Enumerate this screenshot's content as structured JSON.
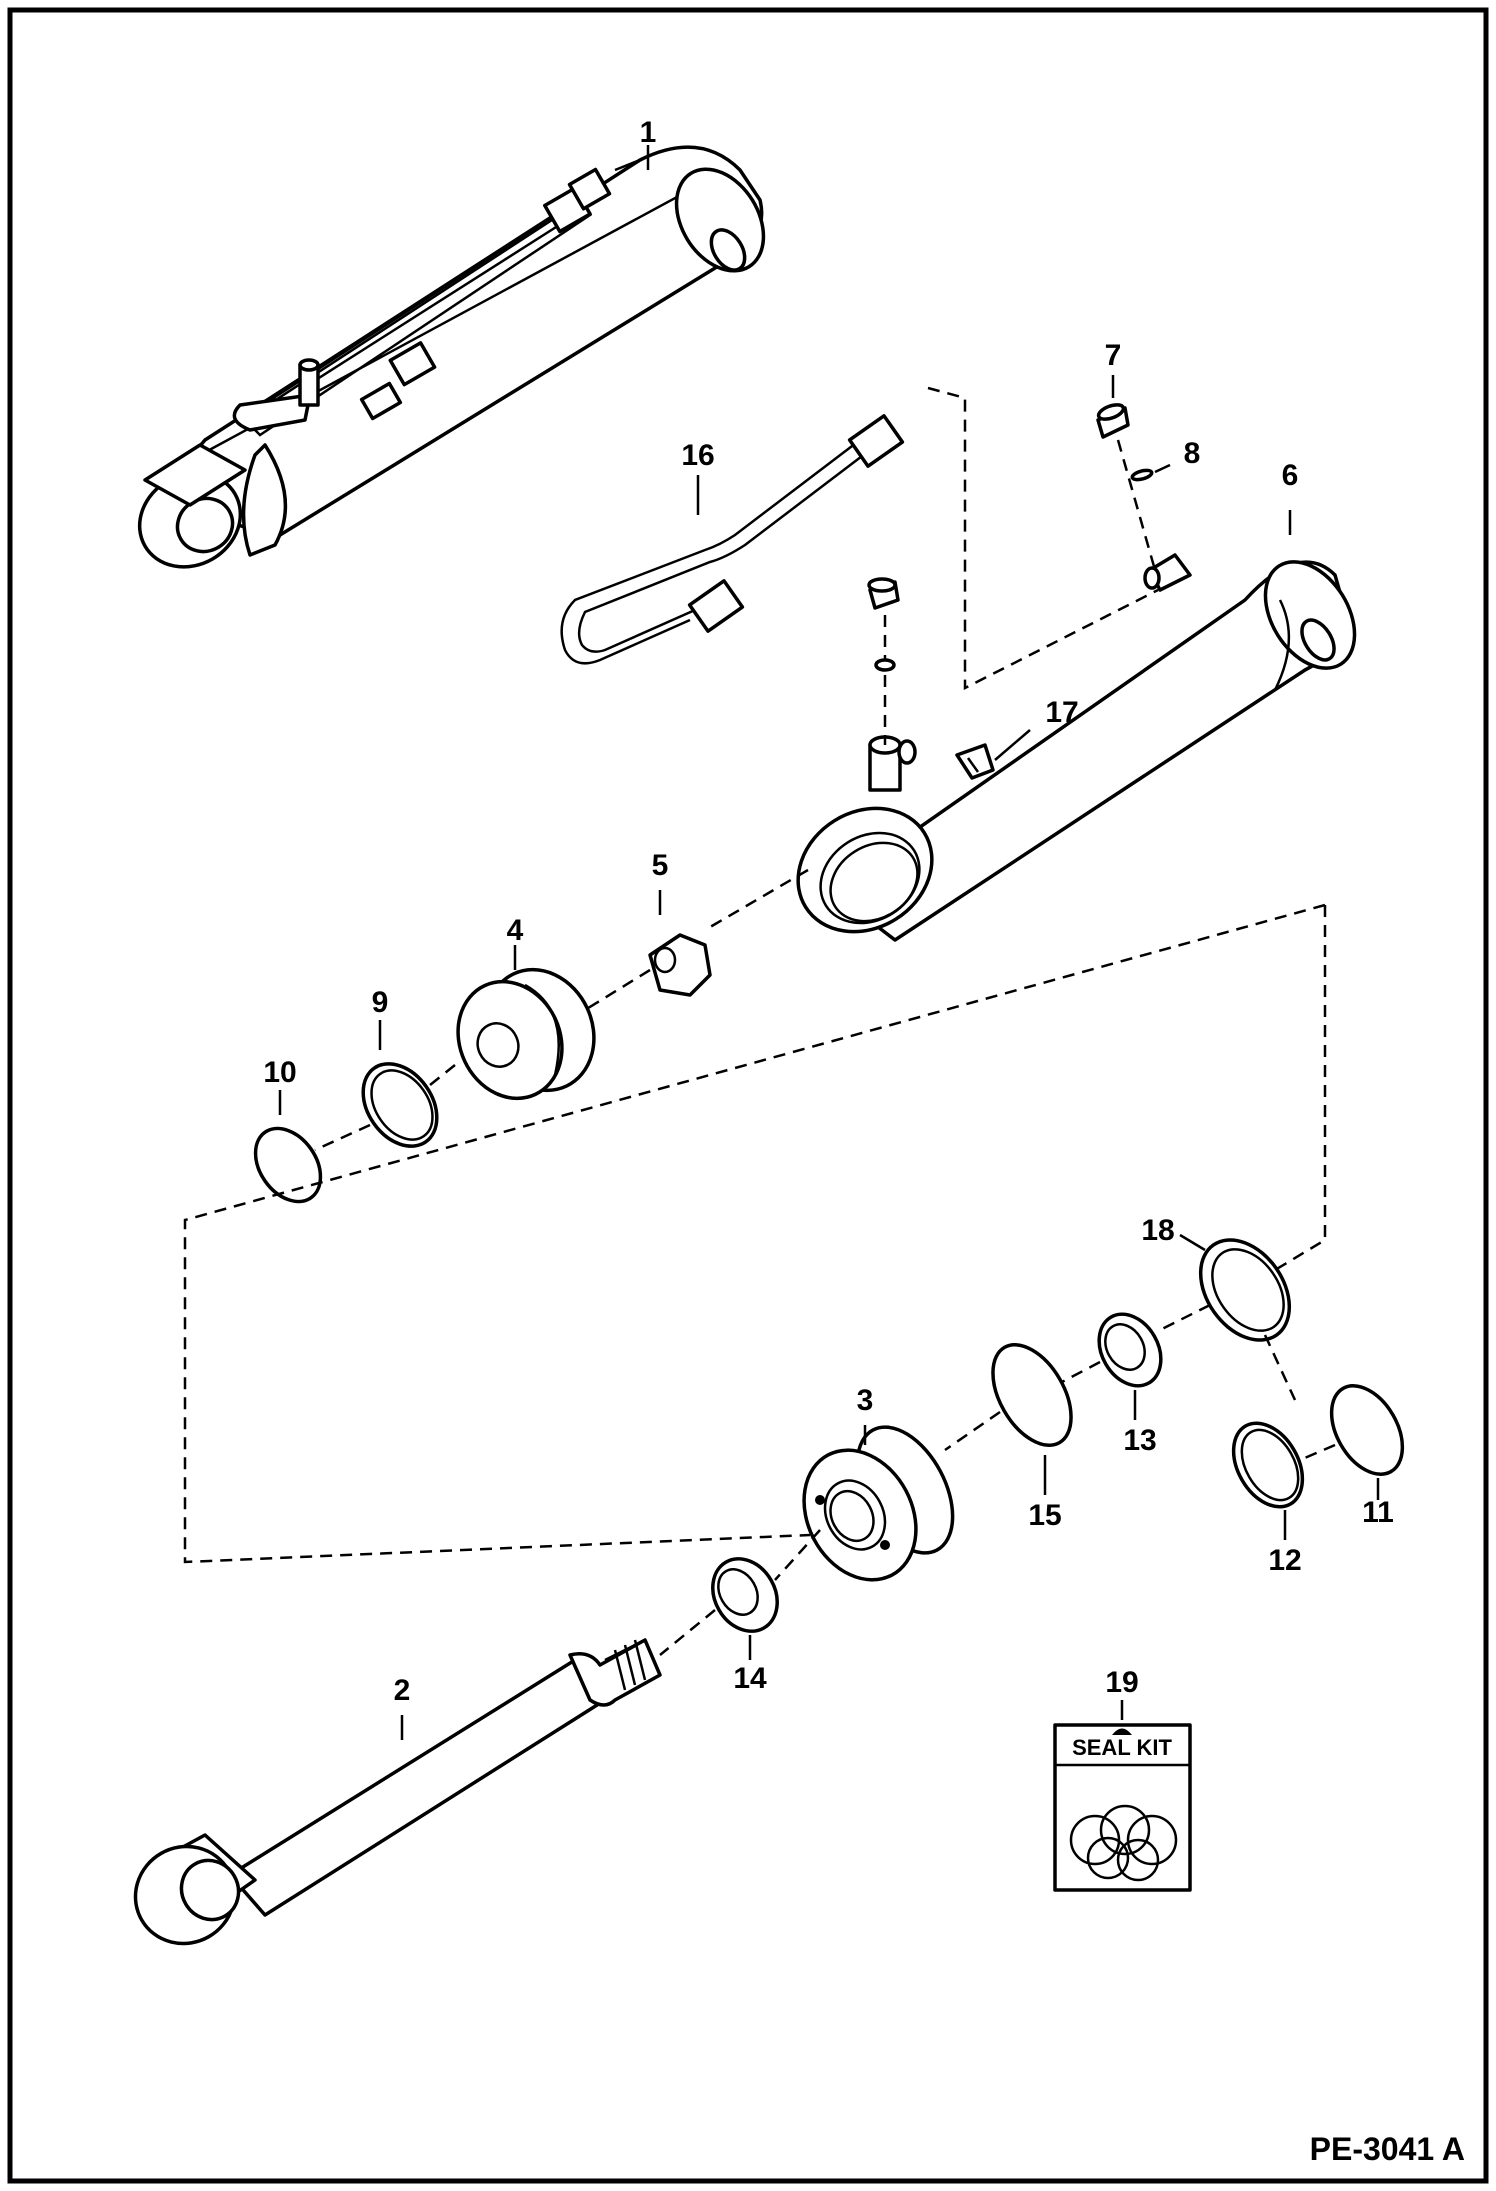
{
  "diagram": {
    "reference": "PE-3041 A",
    "seal_kit_label": "SEAL KIT",
    "parts": [
      {
        "label": "1"
      },
      {
        "label": "2"
      },
      {
        "label": "3"
      },
      {
        "label": "4"
      },
      {
        "label": "5"
      },
      {
        "label": "6"
      },
      {
        "label": "7"
      },
      {
        "label": "8"
      },
      {
        "label": "9"
      },
      {
        "label": "10"
      },
      {
        "label": "11"
      },
      {
        "label": "12"
      },
      {
        "label": "13"
      },
      {
        "label": "14"
      },
      {
        "label": "15"
      },
      {
        "label": "16"
      },
      {
        "label": "17"
      },
      {
        "label": "18"
      },
      {
        "label": "19"
      }
    ]
  }
}
